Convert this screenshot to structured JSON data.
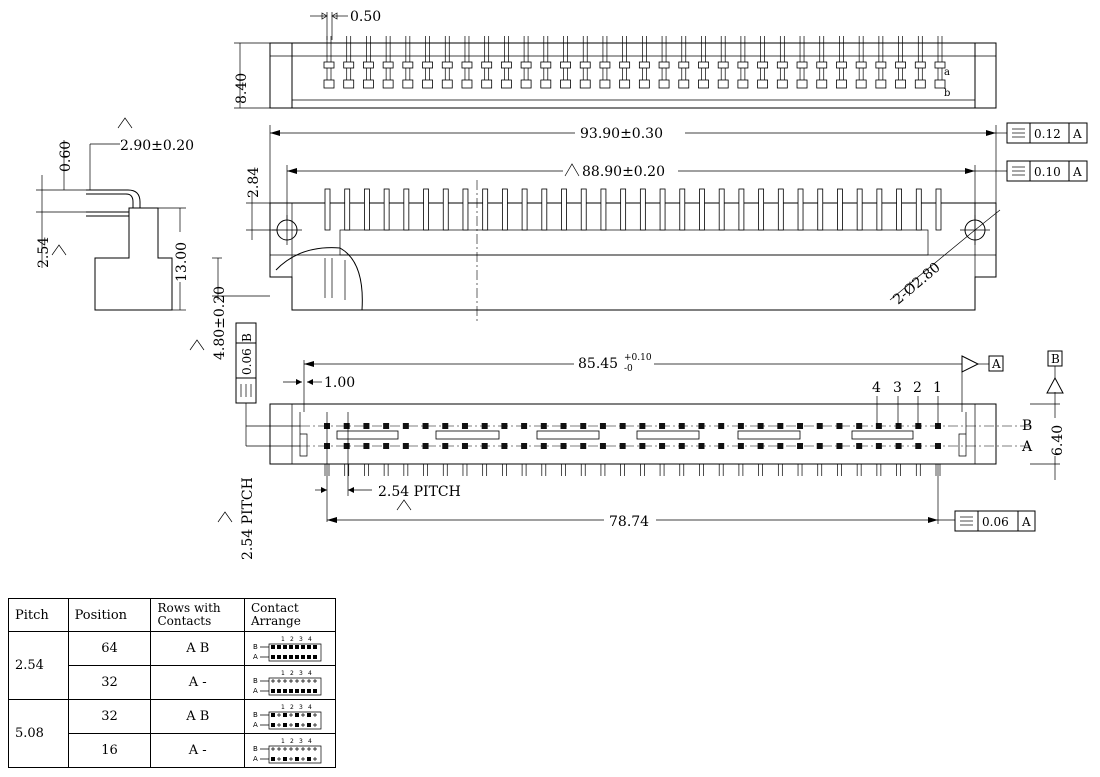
{
  "dimensions": {
    "pin_width": "0.50",
    "side_height": "8.40",
    "overall_length": "93.90±0.30",
    "mount_spacing": "88.90±0.20",
    "flange_height": "2.84",
    "mount_holes": "2-Ø2.80",
    "flat_a_top": "0.12",
    "flat_a_mid": "0.10",
    "flat_a_bottom": "0.06",
    "flat_b": "0.06",
    "datum_a": "A",
    "datum_b": "B",
    "pin_offset": "0.60",
    "tail_length": "2.90±0.20",
    "row_spacing_side": "2.54",
    "body_height": "13.00",
    "standoff": "4.80±0.20",
    "contact_span": "85.45",
    "contact_span_tol_upper": "+0.10",
    "contact_span_tol_lower": "-0",
    "end_offset": "1.00",
    "pitch": "2.54 PITCH",
    "pitch_vertical": "2.54 PITCH",
    "tail_span": "78.74",
    "row_pitch": "6.40",
    "row_a": "A",
    "row_b": "B",
    "pos_1": "1",
    "pos_2": "2",
    "pos_3": "3",
    "pos_4": "4",
    "arrange_cols": [
      "1",
      "2",
      "3",
      "4"
    ]
  },
  "spec_table": {
    "headers": [
      "Pitch",
      "Position",
      "Rows with Contacts",
      "Contact Arrange"
    ],
    "header_rows_with": [
      "Rows with",
      "Contacts"
    ],
    "header_contact": [
      "Contact",
      "Arrange"
    ],
    "groups": [
      {
        "pitch": "2.54",
        "rows": [
          {
            "position": "64",
            "rows_with_contacts": "A B"
          },
          {
            "position": "32",
            "rows_with_contacts": "A -"
          }
        ]
      },
      {
        "pitch": "5.08",
        "rows": [
          {
            "position": "32",
            "rows_with_contacts": "A B"
          },
          {
            "position": "16",
            "rows_with_contacts": "A -"
          }
        ]
      }
    ]
  }
}
